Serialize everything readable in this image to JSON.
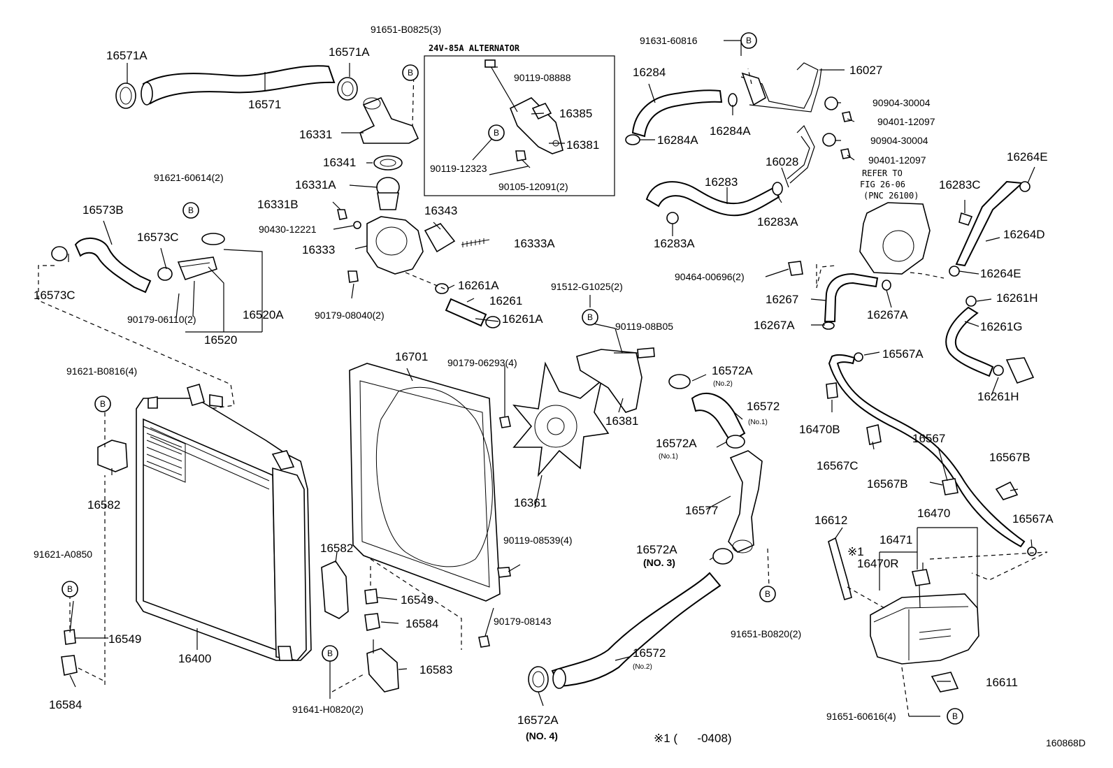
{
  "labels": [
    {
      "id": "16571A-l",
      "text": "16571A"
    },
    {
      "id": "16571",
      "text": "16571"
    },
    {
      "id": "16571A-r",
      "text": "16571A"
    },
    {
      "id": "91651-B0825",
      "text": "91651-B0825(3)"
    },
    {
      "id": "16331",
      "text": "16331"
    },
    {
      "id": "16341",
      "text": "16341"
    },
    {
      "id": "16331A",
      "text": "16331A"
    },
    {
      "id": "16331B",
      "text": "16331B"
    },
    {
      "id": "90430-12221",
      "text": "90430-12221"
    },
    {
      "id": "16333",
      "text": "16333"
    },
    {
      "id": "16343",
      "text": "16343"
    },
    {
      "id": "16333A",
      "text": "16333A"
    },
    {
      "id": "90179-08040",
      "text": "90179-08040(2)"
    },
    {
      "id": "16261A-1",
      "text": "16261A"
    },
    {
      "id": "16261",
      "text": "16261"
    },
    {
      "id": "16261A-2",
      "text": "16261A"
    },
    {
      "id": "91621-60614",
      "text": "91621-60614(2)"
    },
    {
      "id": "16573B",
      "text": "16573B"
    },
    {
      "id": "16573C-a",
      "text": "16573C"
    },
    {
      "id": "16573C-b",
      "text": "16573C"
    },
    {
      "id": "90179-06110",
      "text": "90179-06110(2)"
    },
    {
      "id": "16520A",
      "text": "16520A"
    },
    {
      "id": "16520",
      "text": "16520"
    },
    {
      "id": "90119-08888",
      "text": "90119-08888"
    },
    {
      "id": "16385",
      "text": "16385"
    },
    {
      "id": "16381-a",
      "text": "16381"
    },
    {
      "id": "90119-12323",
      "text": "90119-12323"
    },
    {
      "id": "90105-12091",
      "text": "90105-12091(2)"
    },
    {
      "id": "91631-60816",
      "text": "91631-60816"
    },
    {
      "id": "16027",
      "text": "16027"
    },
    {
      "id": "16284",
      "text": "16284"
    },
    {
      "id": "16284A-1",
      "text": "16284A"
    },
    {
      "id": "16284A-2",
      "text": "16284A"
    },
    {
      "id": "90904-30004-1",
      "text": "90904-30004"
    },
    {
      "id": "90401-12097-1",
      "text": "90401-12097"
    },
    {
      "id": "90904-30004-2",
      "text": "90904-30004"
    },
    {
      "id": "90401-12097-2",
      "text": "90401-12097"
    },
    {
      "id": "16028",
      "text": "16028"
    },
    {
      "id": "16283",
      "text": "16283"
    },
    {
      "id": "16283A-1",
      "text": "16283A"
    },
    {
      "id": "16283A-2",
      "text": "16283A"
    },
    {
      "id": "16264E-1",
      "text": "16264E"
    },
    {
      "id": "16283C",
      "text": "16283C"
    },
    {
      "id": "16264D",
      "text": "16264D"
    },
    {
      "id": "16264E-2",
      "text": "16264E"
    },
    {
      "id": "90464-00696",
      "text": "90464-00696(2)"
    },
    {
      "id": "16267",
      "text": "16267"
    },
    {
      "id": "16267A-1",
      "text": "16267A"
    },
    {
      "id": "16267A-2",
      "text": "16267A"
    },
    {
      "id": "16261H-1",
      "text": "16261H"
    },
    {
      "id": "16261G",
      "text": "16261G"
    },
    {
      "id": "16261H-2",
      "text": "16261H"
    },
    {
      "id": "91512-G1025",
      "text": "91512-G1025(2)"
    },
    {
      "id": "90119-08B05",
      "text": "90119-08B05"
    },
    {
      "id": "16381-b",
      "text": "16381"
    },
    {
      "id": "16701",
      "text": "16701"
    },
    {
      "id": "90179-06293",
      "text": "90179-06293(4)"
    },
    {
      "id": "16361",
      "text": "16361"
    },
    {
      "id": "91621-B0816",
      "text": "91621-B0816(4)"
    },
    {
      "id": "16582-l",
      "text": "16582"
    },
    {
      "id": "91621-A0850",
      "text": "91621-A0850"
    },
    {
      "id": "16549-l",
      "text": "16549"
    },
    {
      "id": "16584-l",
      "text": "16584"
    },
    {
      "id": "16400",
      "text": "16400"
    },
    {
      "id": "16582-m",
      "text": "16582"
    },
    {
      "id": "16549-m",
      "text": "16549"
    },
    {
      "id": "16584-m",
      "text": "16584"
    },
    {
      "id": "16583",
      "text": "16583"
    },
    {
      "id": "91641-H0820",
      "text": "91641-H0820(2)"
    },
    {
      "id": "90119-08539",
      "text": "90119-08539(4)"
    },
    {
      "id": "90179-08143",
      "text": "90179-08143"
    },
    {
      "id": "16572A-1",
      "text": "16572A"
    },
    {
      "id": "16572-1",
      "text": "16572"
    },
    {
      "id": "16572A-2",
      "text": "16572A"
    },
    {
      "id": "16577",
      "text": "16577"
    },
    {
      "id": "16572A-3",
      "text": "16572A"
    },
    {
      "id": "16572-2",
      "text": "16572"
    },
    {
      "id": "16572A-4",
      "text": "16572A"
    },
    {
      "id": "91651-B0820",
      "text": "91651-B0820(2)"
    },
    {
      "id": "16567A-1",
      "text": "16567A"
    },
    {
      "id": "16470B",
      "text": "16470B"
    },
    {
      "id": "16567",
      "text": "16567"
    },
    {
      "id": "16567C",
      "text": "16567C"
    },
    {
      "id": "16567B-1",
      "text": "16567B"
    },
    {
      "id": "16567B-2",
      "text": "16567B"
    },
    {
      "id": "16567A-2",
      "text": "16567A"
    },
    {
      "id": "16612",
      "text": "16612"
    },
    {
      "id": "16470",
      "text": "16470"
    },
    {
      "id": "16471",
      "text": "16471"
    },
    {
      "id": "16470R",
      "text": "16470R"
    },
    {
      "id": "16611",
      "text": "16611"
    },
    {
      "id": "91651-60616",
      "text": "91651-60616(4)"
    }
  ],
  "sublabels": {
    "no2_a": "(No.2)",
    "no1_a": "(No.1)",
    "no1_b": "(No.1)",
    "no3": "(NO. 3)",
    "no2_b": "(No.2)",
    "no4": "(NO. 4)"
  },
  "alternator_title": "24V-85A ALTERNATOR",
  "refer_lines": [
    "REFER TO",
    "FIG 26-06",
    "(PNC 26100)"
  ],
  "star_mark": "※1",
  "footnote": "※1 (      -0408)",
  "figure_id": "160868D",
  "bubble_letter": "B"
}
